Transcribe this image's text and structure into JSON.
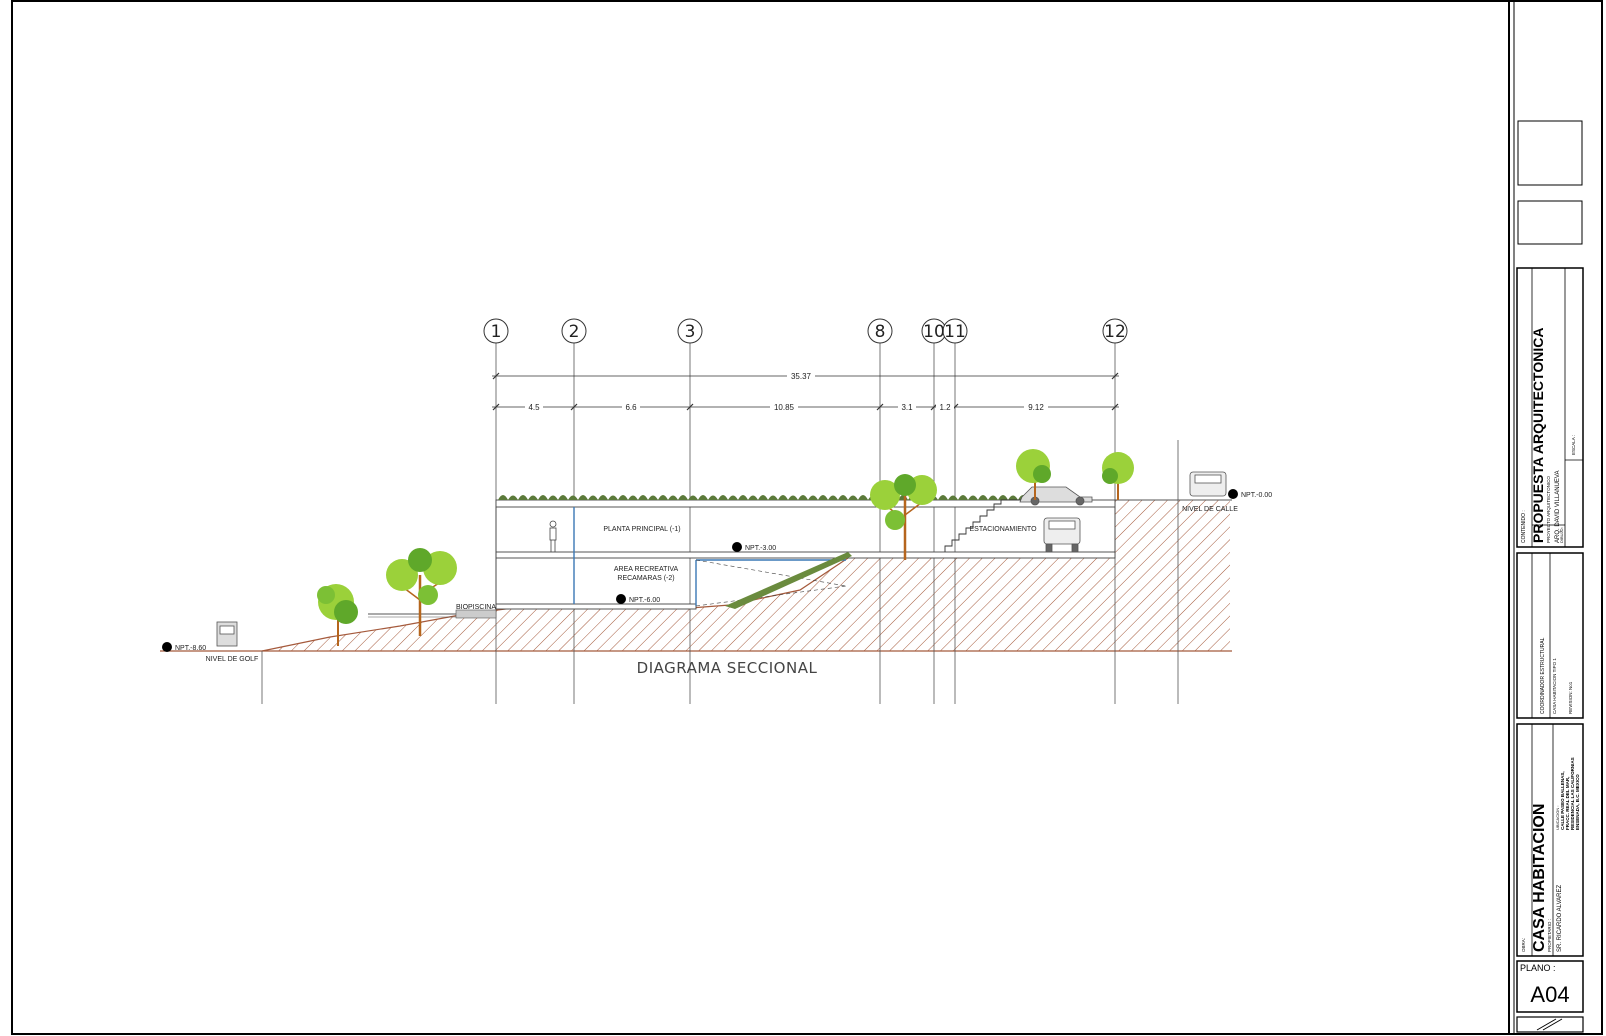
{
  "drawing": {
    "axes": [
      "1",
      "2",
      "3",
      "8",
      "10",
      "11",
      "12"
    ],
    "overall_dimension": "35.37",
    "partial_dimensions": [
      "4.5",
      "6.6",
      "10.85",
      "3.1",
      "1.2",
      "9.12"
    ],
    "labels": {
      "planta_principal": "PLANTA PRINCIPAL (-1)",
      "area_recreativa_1": "AREA RECREATIVA",
      "area_recreativa_2": "RECAMARAS (-2)",
      "estacionamiento": "ESTACIONAMIENTO",
      "biopiscina": "BIOPISCINA",
      "nivel_golf": "NIVEL DE GOLF",
      "nivel_calle": "NIVEL DE CALLE"
    },
    "levels": {
      "npt_000": "NPT.-0.00",
      "npt_300": "NPT.-3.00",
      "npt_600": "NPT.-6.00",
      "npt_860": "NPT.-8.60"
    },
    "caption": "DIAGRAMA SECCIONAL",
    "colors": {
      "line": "#333333",
      "hatch": "#a55a3c",
      "ground": "#a55a3c",
      "tree_light": "#9bd13a",
      "tree_dark": "#5fa82a",
      "trunk": "#b5651d",
      "roof_green": "#5b7a3a",
      "glass": "#3a78b5"
    }
  },
  "title_block": {
    "contenido_label": "CONTENIDO :",
    "contenido": "PROPUESTA ARQUITECTONICA",
    "proyecto_label": "PROYECTO ARQUITECTONICO",
    "arquitecto": "ARQ. DAVID VILLANUEVA",
    "escala_label": "ESCALA :",
    "dibujo_label": "DIBUJO:",
    "coordinador": "COORDINADOR ESTRUCTURAL",
    "casa_tipo": "CASA HABITACION TIPO 1",
    "revision": "REVISION: No1",
    "obra_label": "OBRA:",
    "obra": "CASA HABITACION",
    "propietario_label": "PROPIETARIO :",
    "propietario": "SR. RICARDO ALVAREZ",
    "ubicacion_label": "UBICACION :",
    "ubicacion_1": "CALLE PASEO BALLENAS,",
    "ubicacion_2": "FRACC. REAL DEL MAR,",
    "ubicacion_3": "RESIDENCIAL LAS CALIFORNIAS",
    "ubicacion_4": "ENSENADA, B.C. MEXICO",
    "plano_label": "PLANO :",
    "plano": "A04"
  }
}
